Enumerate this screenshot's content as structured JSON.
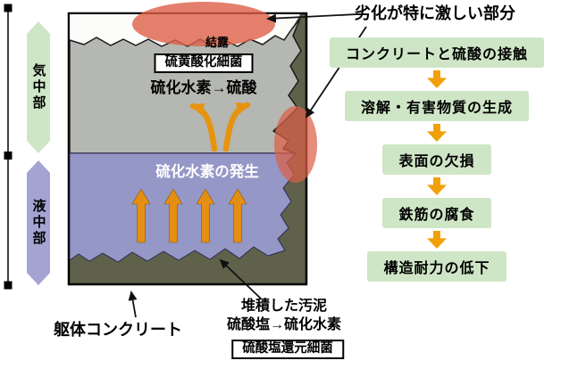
{
  "diagram": {
    "zones": {
      "air": {
        "label": "気中部"
      },
      "liquid": {
        "label": "液中部"
      }
    },
    "labels": {
      "condensation": "結露",
      "sulfur_oxidizing_bacteria": "硫黄酸化細菌",
      "h2s_to_sulfuric_acid": "硫化水素→硫酸",
      "h2s_generation": "硫化水素の発生",
      "structural_concrete": "躯体コンクリート",
      "accumulated_sludge": "堆積した汚泥",
      "sulfate_to_h2s": "硫酸塩→硫化水素",
      "sulfate_reducing_bacteria": "硫酸塩還元細菌"
    },
    "colors": {
      "zone_air_green": "#cfe6c6",
      "zone_liquid_purple": "#a3a4d2",
      "liquid_fill_purple": "#9597c7",
      "flow_box_green": "#cfe6c6",
      "orange_arrow": "#e69410",
      "flow_arrow_orange": "#f2a007",
      "severe_highlight": "#dd5f48",
      "olive_ground": "#5f614a",
      "concrete_gray": "#b5b7b2"
    }
  },
  "flow": {
    "title": "劣化が特に激しい部分",
    "steps": [
      "コンクリートと硫酸の接触",
      "溶解・有害物質の生成",
      "表面の欠損",
      "鉄筋の腐食",
      "構造耐力の低下"
    ]
  }
}
